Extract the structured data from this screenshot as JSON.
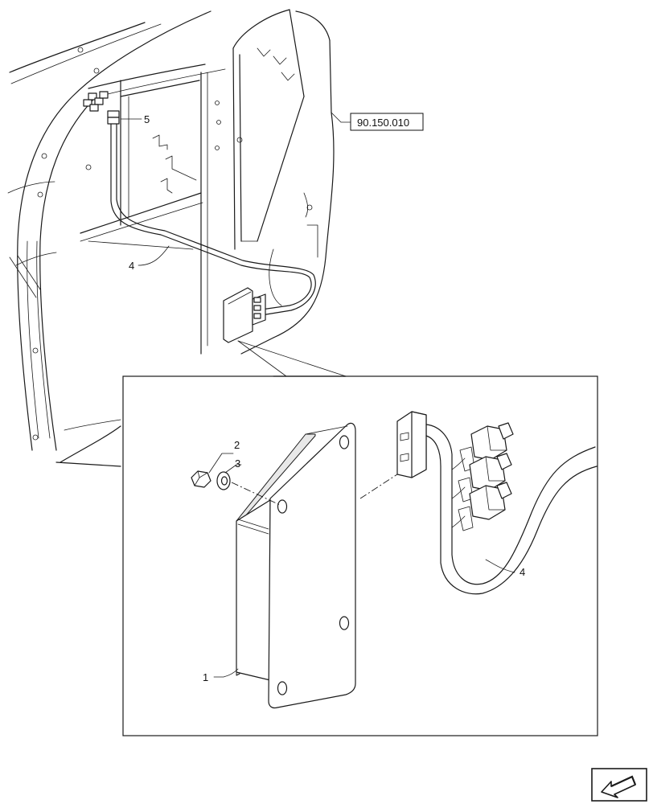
{
  "figure": {
    "reference_box": "90.150.010",
    "callouts": {
      "top_harness": "4",
      "top_connector": "5",
      "module": "1",
      "nut": "2",
      "washer": "3",
      "detail_harness": "4"
    }
  },
  "nav": {
    "icon": "arrow-back-icon"
  }
}
